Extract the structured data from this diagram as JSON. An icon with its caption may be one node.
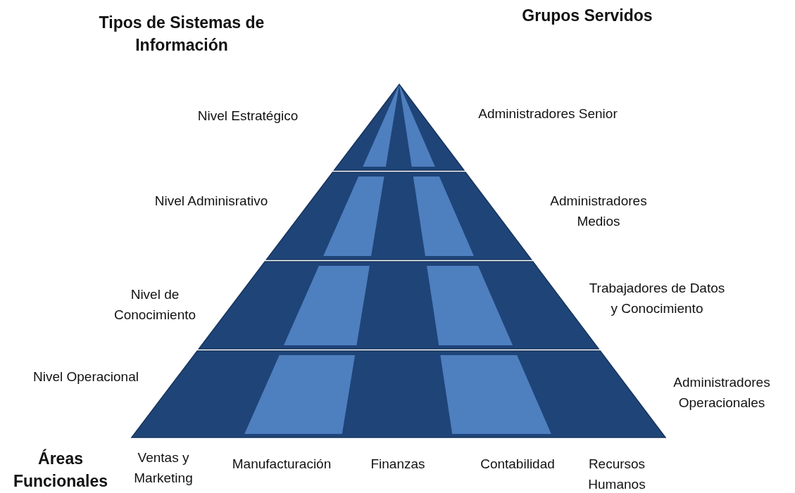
{
  "diagram": {
    "labels": [
      "Tipos de Sistemas de Información",
      "Grupos Servidos",
      "Nivel Estratégico",
      "Administradores Senior",
      "Nivel Adminisrativo",
      "Administradores Medios",
      "Nivel de Conocimiento",
      "Trabajadores de Datos y Conocimiento",
      "Nivel Operacional",
      "Administradores Operacionales",
      "Áreas Funcionales",
      "Ventas y Marketing",
      "Manufacturación",
      "Finanzas",
      "Contabilidad",
      "Recursos Humanos"
    ]
  }
}
